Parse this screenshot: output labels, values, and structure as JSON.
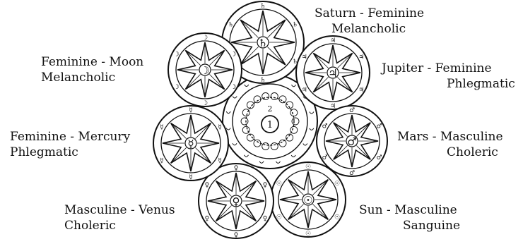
{
  "labels": {
    "saturn": {
      "line1": "Saturn - Feminine",
      "line2": "Melancholic",
      "glyph": "♄"
    },
    "jupiter": {
      "line1": "Jupiter - Feminine",
      "line2": "Phlegmatic",
      "glyph": "♃"
    },
    "mars": {
      "line1": "Mars - Masculine",
      "line2": "Choleric",
      "glyph": "♂"
    },
    "sun": {
      "line1": "Sun - Masculine",
      "line2": "Sanguine",
      "glyph": "☉"
    },
    "venus": {
      "line1": "Masculine - Venus",
      "line2": "Choleric",
      "glyph": "♀"
    },
    "mercury": {
      "line1": "Feminine - Mercury",
      "line2": "Phlegmatic",
      "glyph": "☿"
    },
    "moon": {
      "line1": "Feminine - Moon",
      "line2": "Melancholic",
      "glyph": "☽"
    }
  },
  "center": {
    "inner_number": "1",
    "outer_number": "2"
  },
  "colors": {
    "ink": "#111111",
    "background": "#ffffff"
  }
}
